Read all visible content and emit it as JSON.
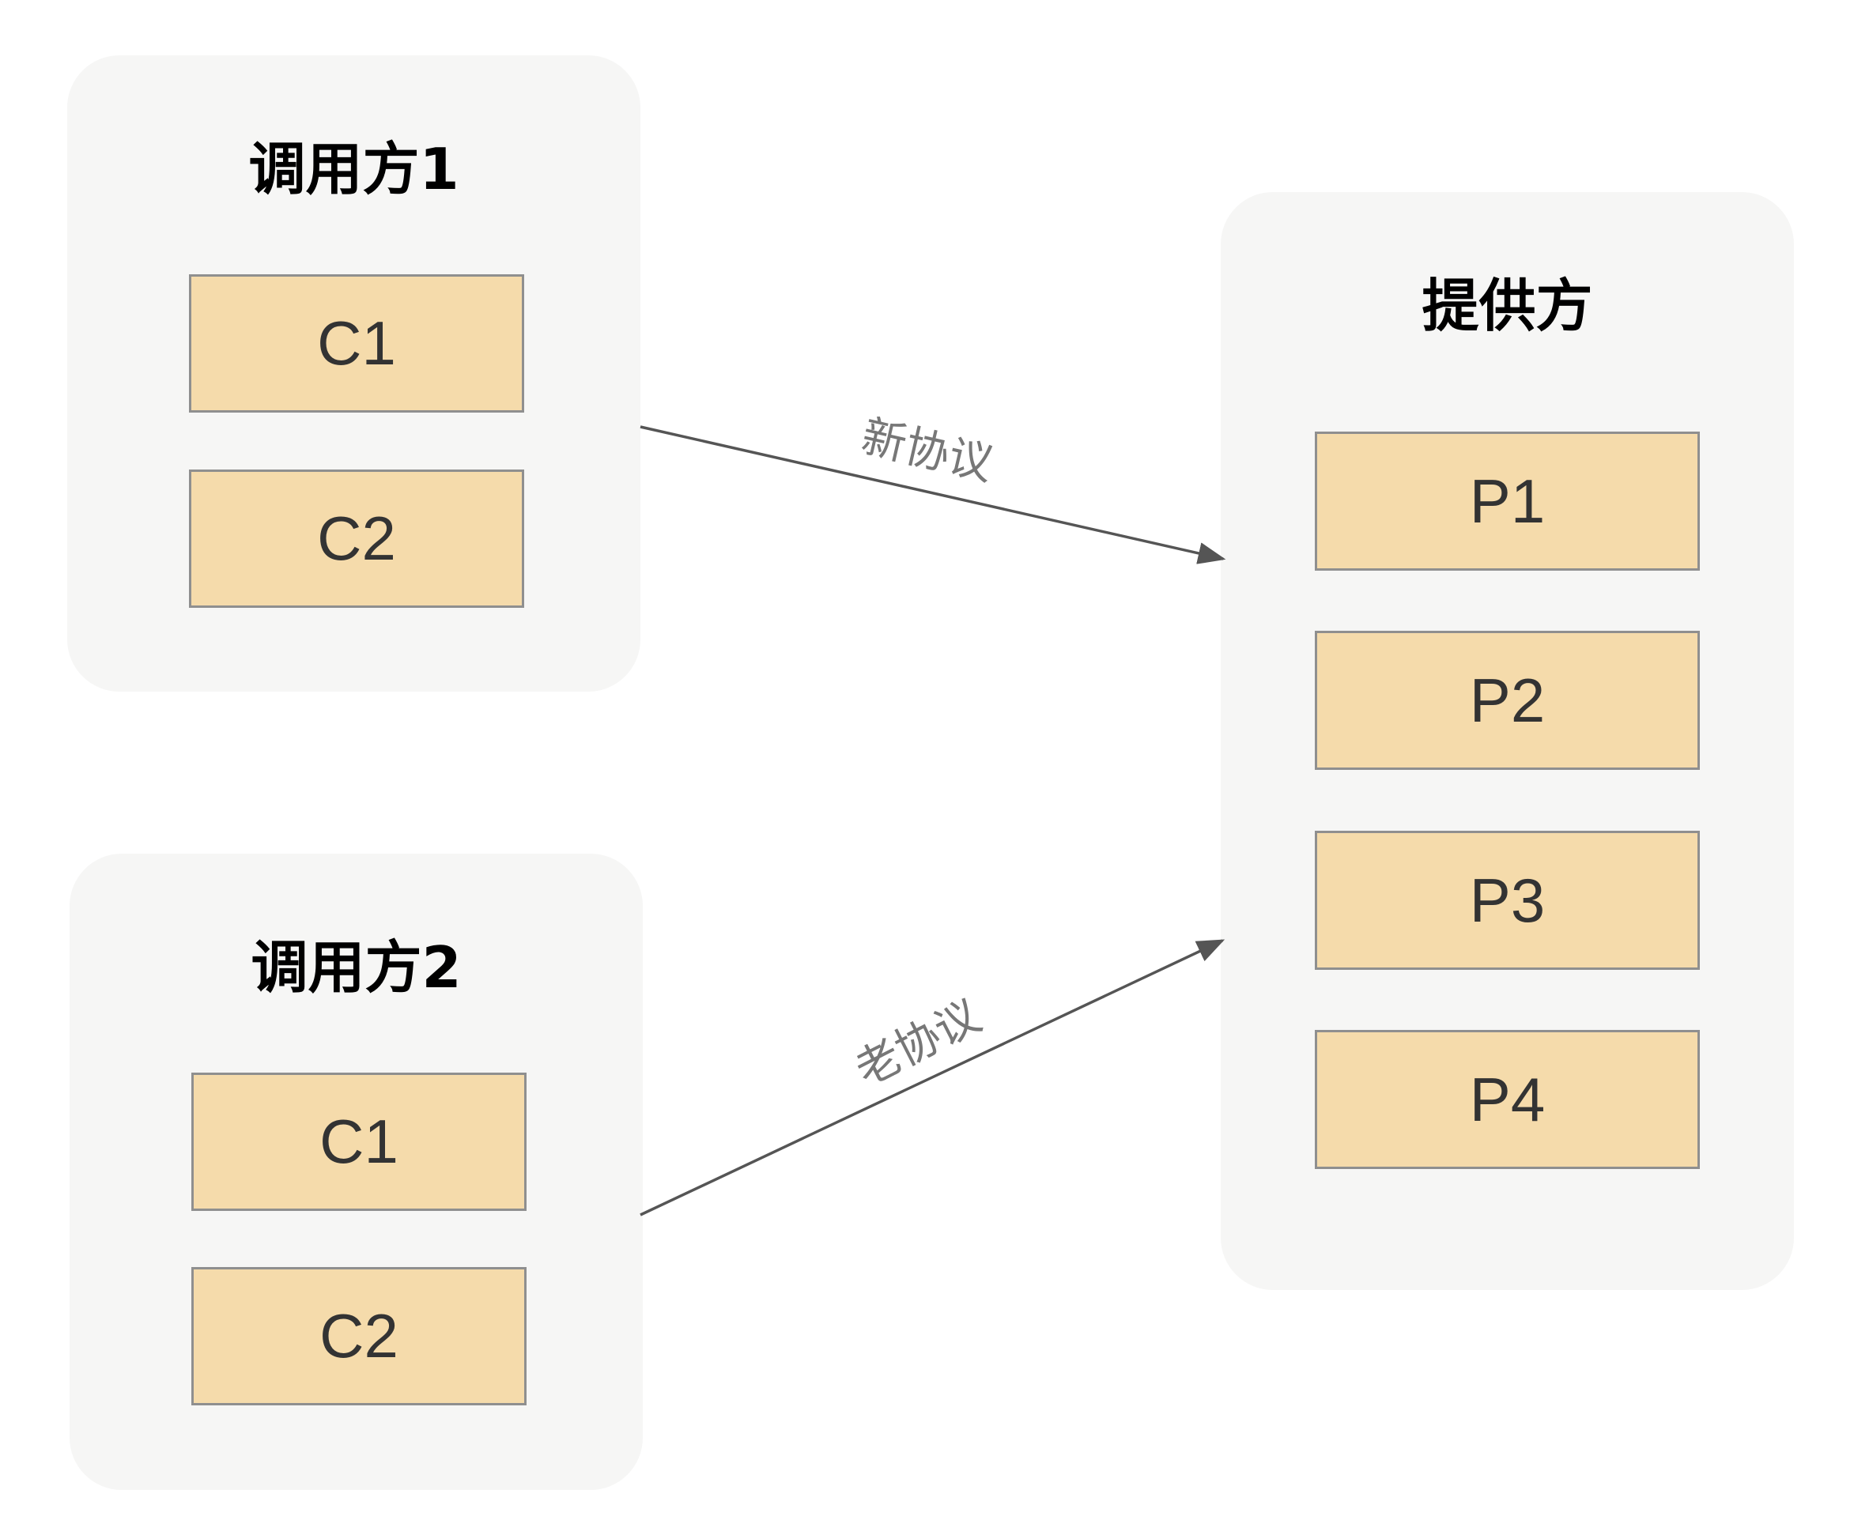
{
  "caller1": {
    "title": "调用方1",
    "nodes": [
      "C1",
      "C2"
    ]
  },
  "caller2": {
    "title": "调用方2",
    "nodes": [
      "C1",
      "C2"
    ]
  },
  "provider": {
    "title": "提供方",
    "nodes": [
      "P1",
      "P2",
      "P3",
      "P4"
    ]
  },
  "edges": [
    {
      "from": "调用方1",
      "to": "提供方",
      "label": "新协议"
    },
    {
      "from": "调用方2",
      "to": "提供方",
      "label": "老协议"
    }
  ],
  "colors": {
    "group_background": "#f6f6f5",
    "node_fill": "#f5dbab",
    "node_border": "#8f8f8f",
    "edge": "#555555",
    "edge_label": "#777777"
  }
}
